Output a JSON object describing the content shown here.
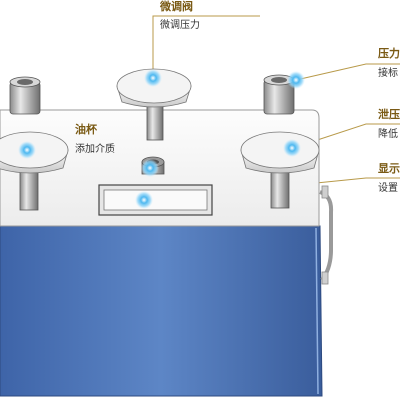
{
  "colors": {
    "title_text": "#7a5a14",
    "leader_line": "#b89a4a",
    "dot": "#4db8f0",
    "dot_glow": "#bfe8ff",
    "body_blue": "#4a73b5",
    "top_plate": "#f7f7f7"
  },
  "callouts": [
    {
      "id": "fine-valve",
      "title": "微调阀",
      "desc": "微调压力"
    },
    {
      "id": "pressure-port",
      "title": "压力",
      "desc": "接标"
    },
    {
      "id": "oil-cup",
      "title": "油杯",
      "desc": "添加介质"
    },
    {
      "id": "relief-valve",
      "title": "泄压",
      "desc": "降低"
    },
    {
      "id": "display",
      "title": "显示",
      "desc": "设置"
    }
  ]
}
